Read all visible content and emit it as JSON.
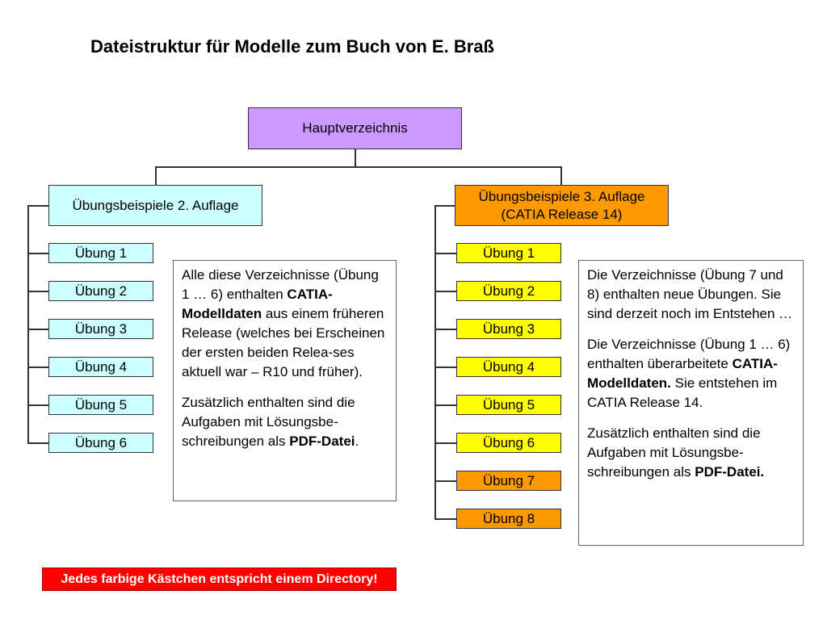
{
  "title": "Dateistruktur für Modelle zum Buch von E. Braß",
  "root": {
    "label": "Hauptverzeichnis"
  },
  "left_branch": {
    "label": "Übungsbeispiele 2. Auflage",
    "exercises": [
      "Übung 1",
      "Übung 2",
      "Übung 3",
      "Übung 4",
      "Übung 5",
      "Übung 6"
    ],
    "note": {
      "p1_a": "Alle diese Verzeichnisse (Übung 1 … 6) enthalten ",
      "p1_bold": "CATIA-Modelldaten",
      "p1_b": " aus einem früheren Release (welches bei Erscheinen der ersten beiden Relea-ses aktuell war – R10 und früher).",
      "p2_a": "Zusätzlich enthalten sind die Aufgaben mit Lösungsbe-schreibungen als ",
      "p2_bold": "PDF-Datei",
      "p2_b": "."
    }
  },
  "right_branch": {
    "label_line1": "Übungsbeispiele 3. Auflage",
    "label_line2": "(CATIA Release 14)",
    "exercises": [
      "Übung 1",
      "Übung 2",
      "Übung 3",
      "Übung 4",
      "Übung 5",
      "Übung 6",
      "Übung 7",
      "Übung 8"
    ],
    "note": {
      "p1": "Die Verzeichnisse (Übung 7 und 8) enthalten neue Übungen. Sie sind derzeit noch im Entstehen …",
      "p2_a": "Die Verzeichnisse (Übung 1 … 6) enthalten überarbeitete ",
      "p2_bold": "CATIA-Modelldaten.",
      "p2_b": " Sie entstehen im CATIA Release 14.",
      "p3_a": "Zusätzlich enthalten sind die Aufgaben mit Lösungsbe-schreibungen als ",
      "p3_bold": "PDF-Datei."
    }
  },
  "footer": "Jedes farbige Kästchen entspricht einem Directory!",
  "colors": {
    "root": "#cc99ff",
    "left": "#ccffff",
    "right_header": "#ff9900",
    "right_exercise": "#ffff00",
    "right_new_exercise": "#ff9900",
    "footer": "#ff0000"
  }
}
